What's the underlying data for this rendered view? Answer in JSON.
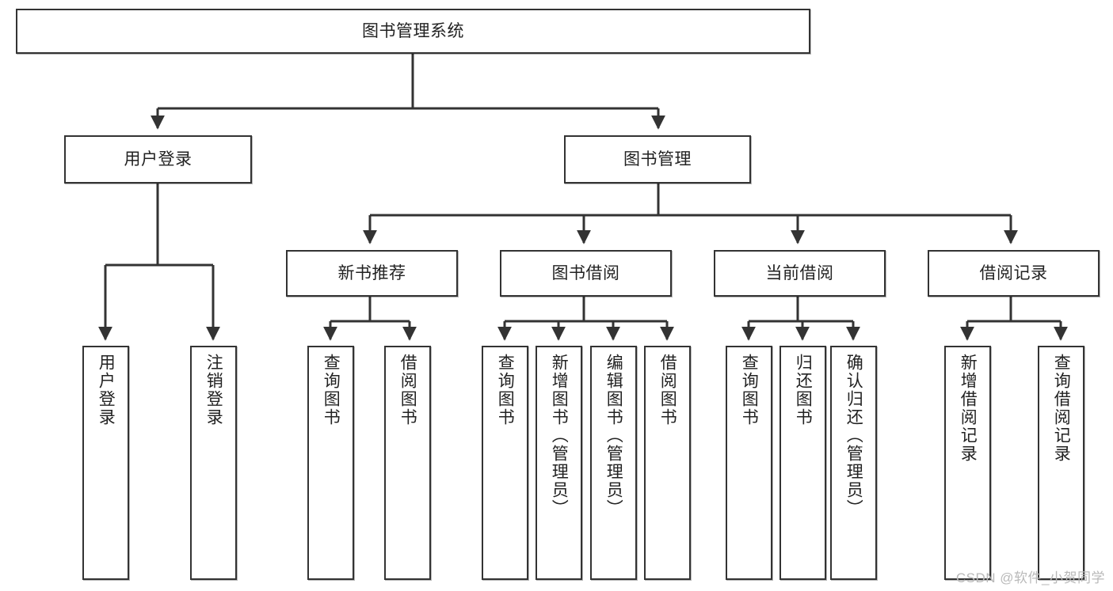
{
  "diagram": {
    "title_node": {
      "label": "图书管理系统"
    },
    "level2": [
      {
        "id": "user-login",
        "label": "用户登录"
      },
      {
        "id": "book-manage",
        "label": "图书管理"
      }
    ],
    "level3": [
      {
        "id": "new-book-recommend",
        "label": "新书推荐"
      },
      {
        "id": "book-borrow",
        "label": "图书借阅"
      },
      {
        "id": "current-borrow",
        "label": "当前借阅"
      },
      {
        "id": "borrow-record",
        "label": "借阅记录"
      }
    ],
    "leaves": [
      {
        "id": "leaf-user-login",
        "label": "用户登录"
      },
      {
        "id": "leaf-logout-login",
        "label": "注销登录"
      },
      {
        "id": "leaf-query-book-1",
        "label": "查询图书"
      },
      {
        "id": "leaf-borrow-book-1",
        "label": "借阅图书"
      },
      {
        "id": "leaf-query-book-2",
        "label": "查询图书"
      },
      {
        "id": "leaf-add-book",
        "label": "新增图书（管理员）"
      },
      {
        "id": "leaf-edit-book",
        "label": "编辑图书（管理员）"
      },
      {
        "id": "leaf-borrow-book-2",
        "label": "借阅图书"
      },
      {
        "id": "leaf-query-book-3",
        "label": "查询图书"
      },
      {
        "id": "leaf-return-book",
        "label": "归还图书"
      },
      {
        "id": "leaf-confirm-return",
        "label": "确认归还（管理员）"
      },
      {
        "id": "leaf-add-borrow-record",
        "label": "新增借阅记录"
      },
      {
        "id": "leaf-query-borrow-record",
        "label": "查询借阅记录"
      }
    ],
    "colors": {
      "stroke": "#333333",
      "text": "#222222",
      "background": "#ffffff",
      "watermark": "#b9b9b9"
    }
  },
  "watermark": {
    "text": "CSDN @软件_小贺同学"
  }
}
